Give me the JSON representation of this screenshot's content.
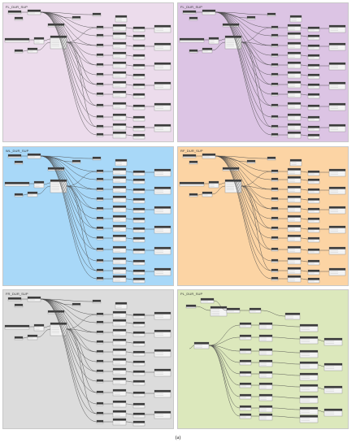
{
  "panels": [
    {
      "title": "FL_DUR_SUP",
      "bg": "#ecdcec"
    },
    {
      "title": "FL_DUR_SUP",
      "bg": "#dcc4e4"
    },
    {
      "title": "WL_DUR_SUP",
      "bg": "#a8d8f8"
    },
    {
      "title": "RF_DUR_SUP",
      "bg": "#fcd4a4"
    },
    {
      "title": "FR_DUR_SUP",
      "bg": "#dcdcdc"
    },
    {
      "title": "PL_DUR_SUP",
      "bg": "#dce8bc"
    }
  ],
  "colors": {
    "node_header": "#3c3c3c",
    "node_body": "#f4f4f4",
    "node_border": "#8a8a8a",
    "wire": "#4a4a4a"
  },
  "caption": "(a)"
}
